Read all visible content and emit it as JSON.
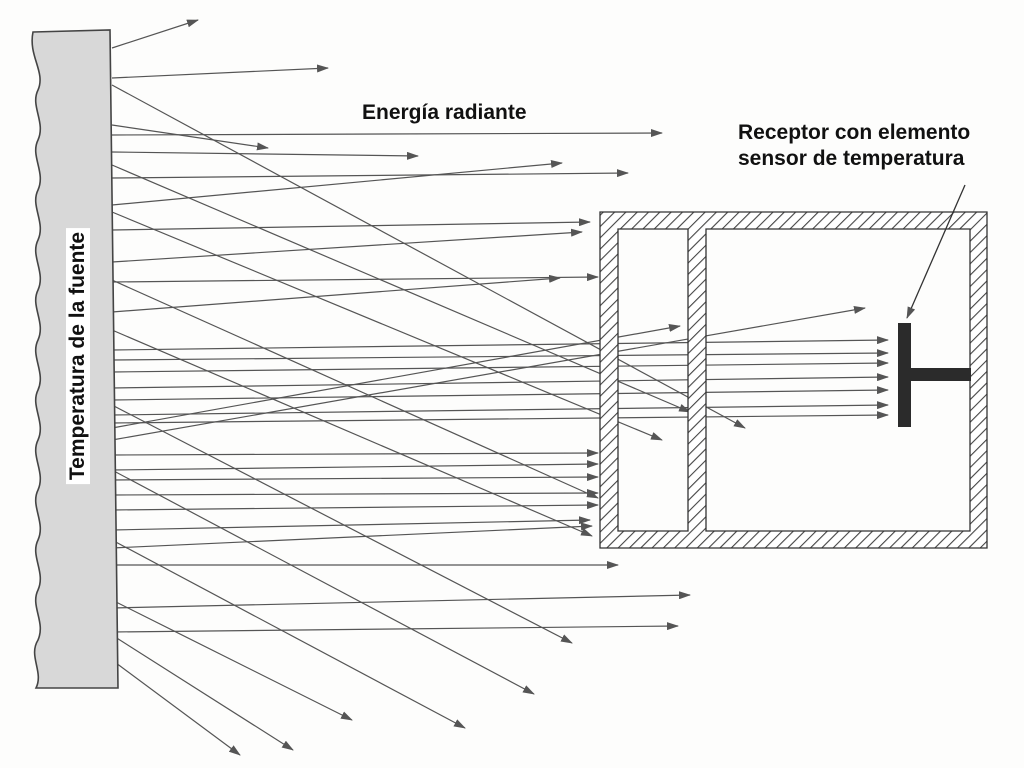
{
  "labels": {
    "radiant_energy": "Energía radiante",
    "receptor_line1": "Receptor con elemento",
    "receptor_line2": "sensor de temperatura",
    "source_temperature": "Temperatura de la fuente"
  },
  "colors": {
    "ray": "#555555",
    "hatch": "#555555",
    "source_fill": "#d9d9d9",
    "sensor": "#2b2b2b",
    "text": "#111111"
  }
}
